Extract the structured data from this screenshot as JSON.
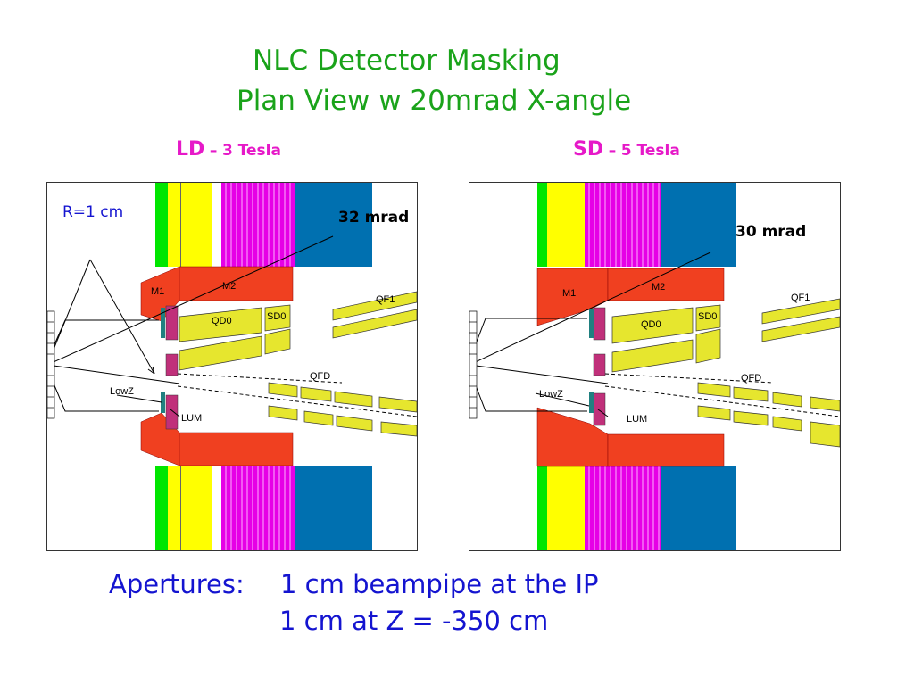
{
  "title": {
    "line1": "NLC Detector Masking",
    "line2": "Plan View w 20mrad X-angle"
  },
  "panels": [
    {
      "id": "ld",
      "name": "LD",
      "field": "3 Tesla",
      "separator": "–",
      "angle_label": "32 mrad",
      "radius_label": "R=1 cm"
    },
    {
      "id": "sd",
      "name": "SD",
      "field": "5 Tesla",
      "separator": "–",
      "angle_label": "30 mrad"
    }
  ],
  "component_labels": {
    "m1": "M1",
    "m2": "M2",
    "qd0": "QD0",
    "sd0": "SD0",
    "qf1": "QF1",
    "qfd": "QFD",
    "lowz": "LowZ",
    "lum": "LUM"
  },
  "colors": {
    "title": "#1aa31a",
    "subtitle": "#e619c8",
    "green_layer": "#00e600",
    "yellow_layer": "#ffff00",
    "magenta_layer": "#e600e6",
    "blue_layer": "#0070b0",
    "mask_red": "#f04020",
    "quad_yellow": "#e6e62e",
    "lum_purple": "#c0307a",
    "lowz_teal": "#208080",
    "footer_text": "#1414d0"
  },
  "footer": {
    "label": "Apertures:",
    "line1": "1 cm beampipe at the IP",
    "line2": "1 cm at Z = -350 cm"
  }
}
